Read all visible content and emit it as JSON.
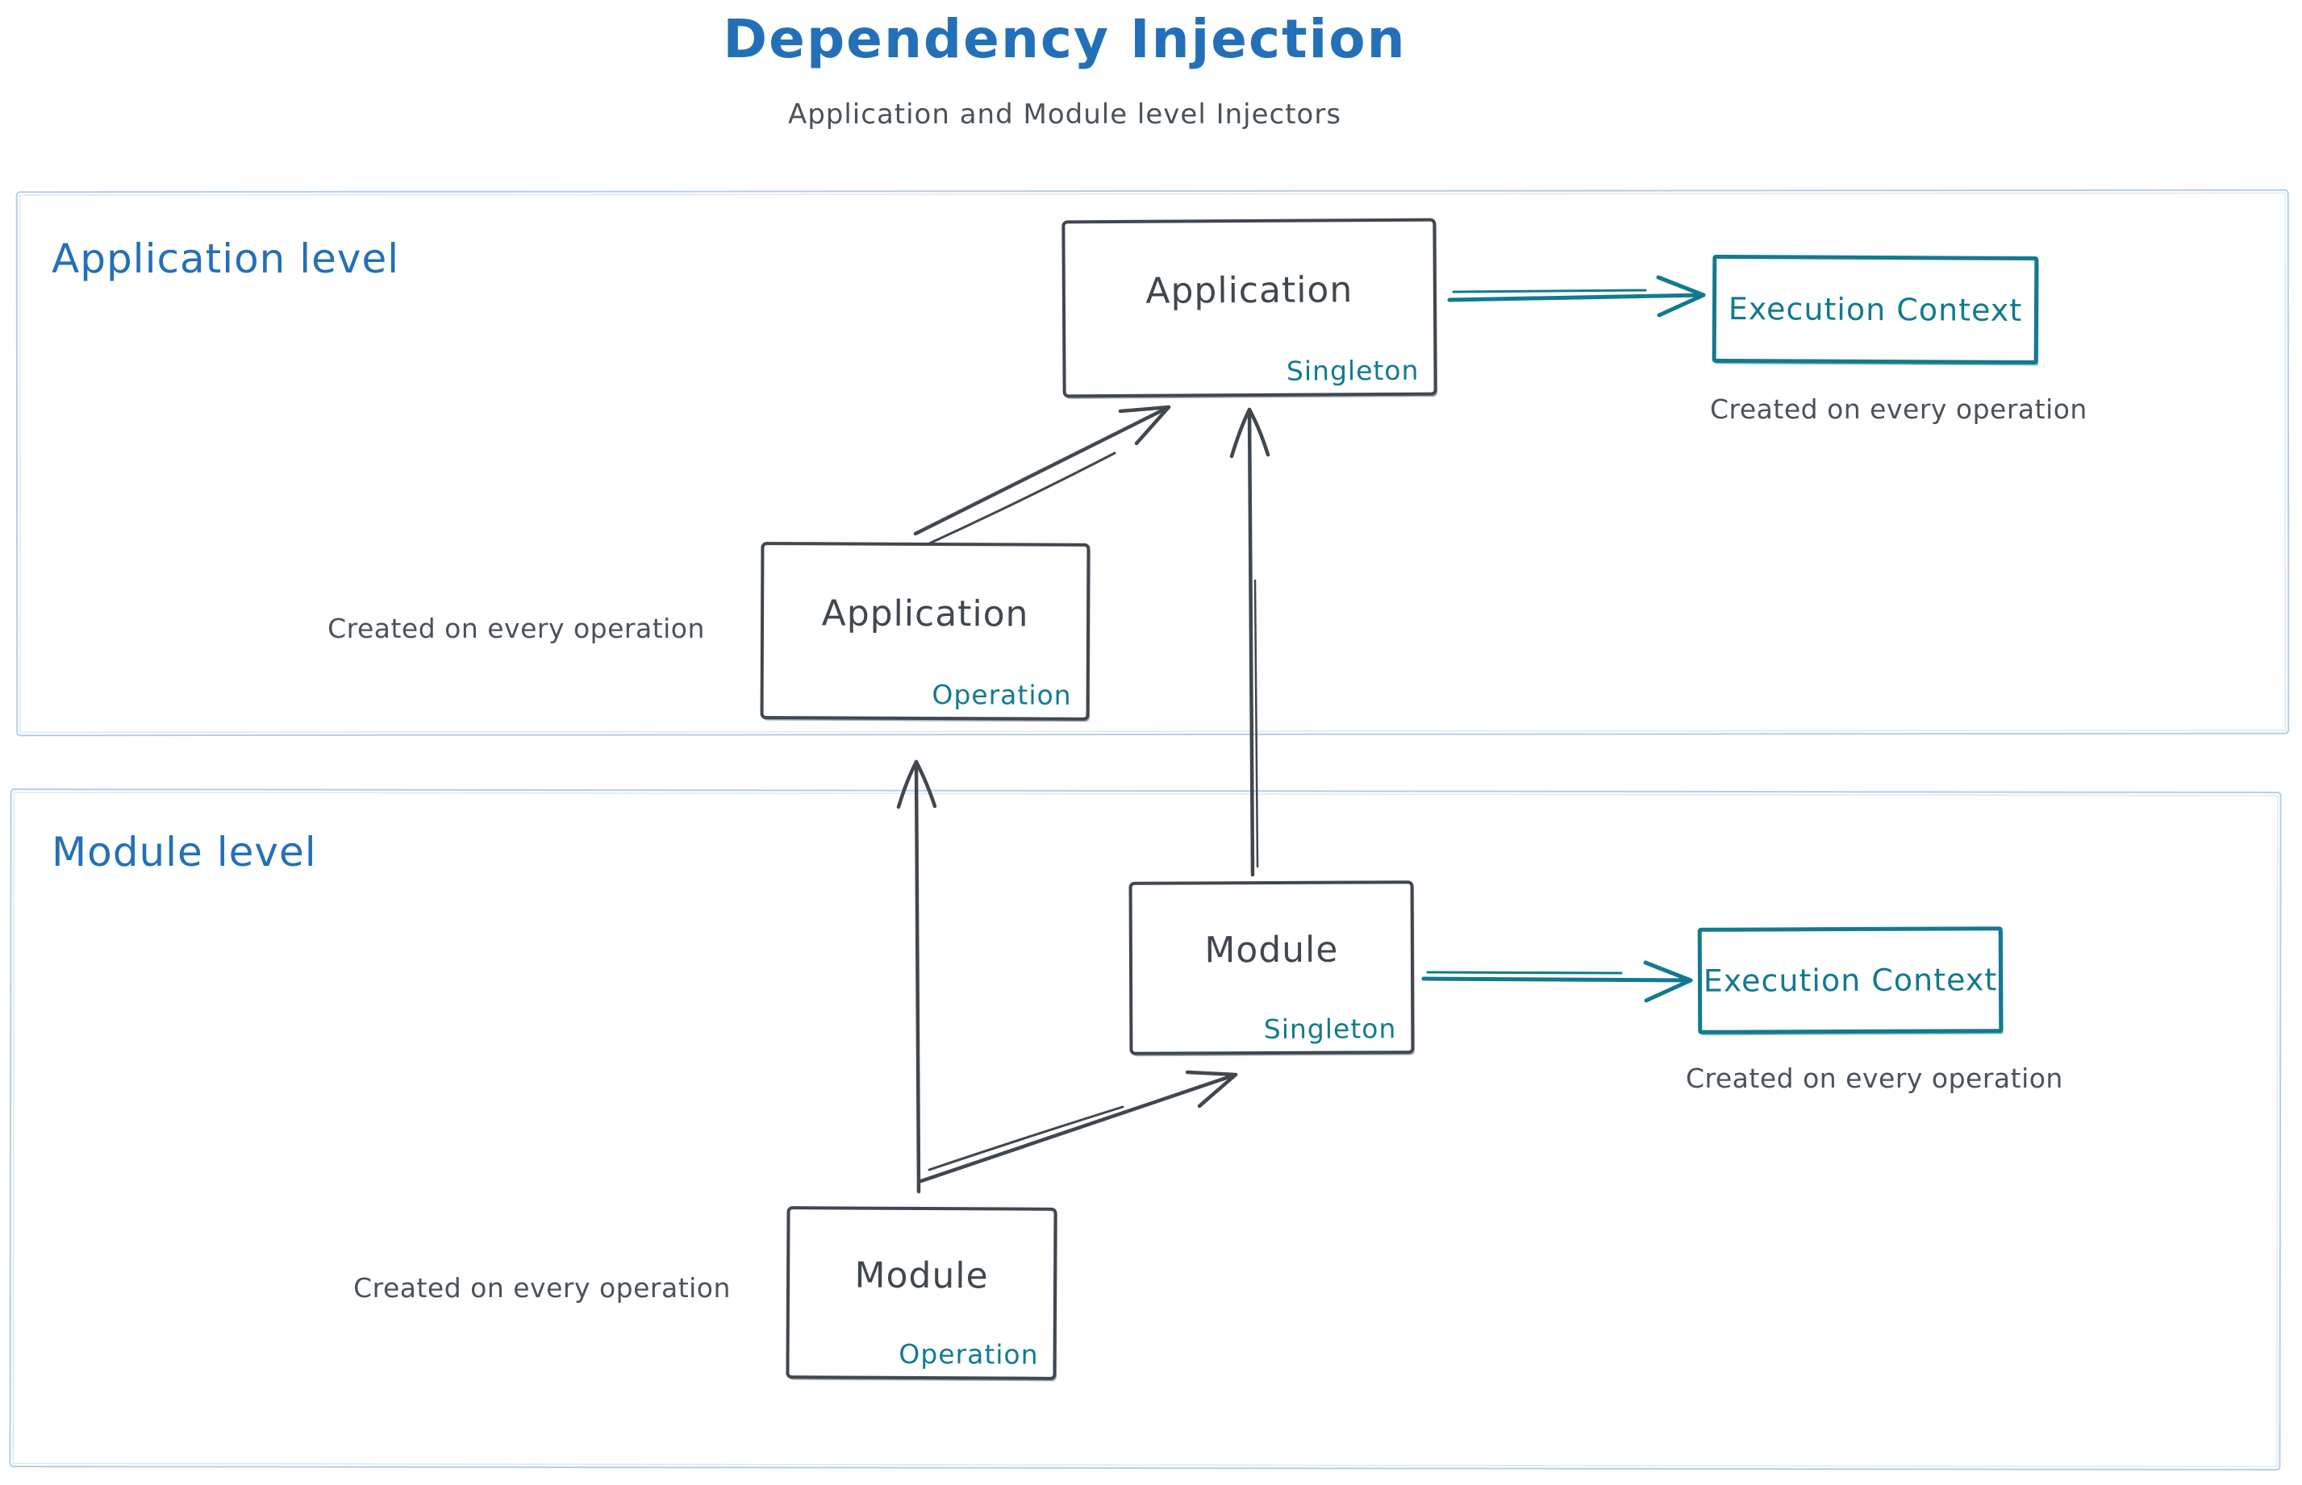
{
  "title": "Dependency Injection",
  "subtitle": "Application and Module level Injectors",
  "colors": {
    "heading_blue": "#2470b8",
    "teal": "#127a90",
    "ink": "#40474f",
    "note_gray": "#4a525a",
    "region_border": "#b8cde4"
  },
  "regions": {
    "application": {
      "label": "Application level"
    },
    "module": {
      "label": "Module level"
    }
  },
  "nodes": {
    "app_singleton": {
      "title": "Application",
      "scope": "Singleton"
    },
    "app_operation": {
      "title": "Application",
      "scope": "Operation"
    },
    "module_singleton": {
      "title": "Module",
      "scope": "Singleton"
    },
    "module_operation": {
      "title": "Module",
      "scope": "Operation"
    },
    "exec_context_app": {
      "title": "Execution Context"
    },
    "exec_context_module": {
      "title": "Execution Context"
    }
  },
  "notes": {
    "app_operation": "Created on every operation",
    "exec_context_app": "Created on every operation",
    "module_operation": "Created on every operation",
    "exec_context_module": "Created on every operation"
  }
}
